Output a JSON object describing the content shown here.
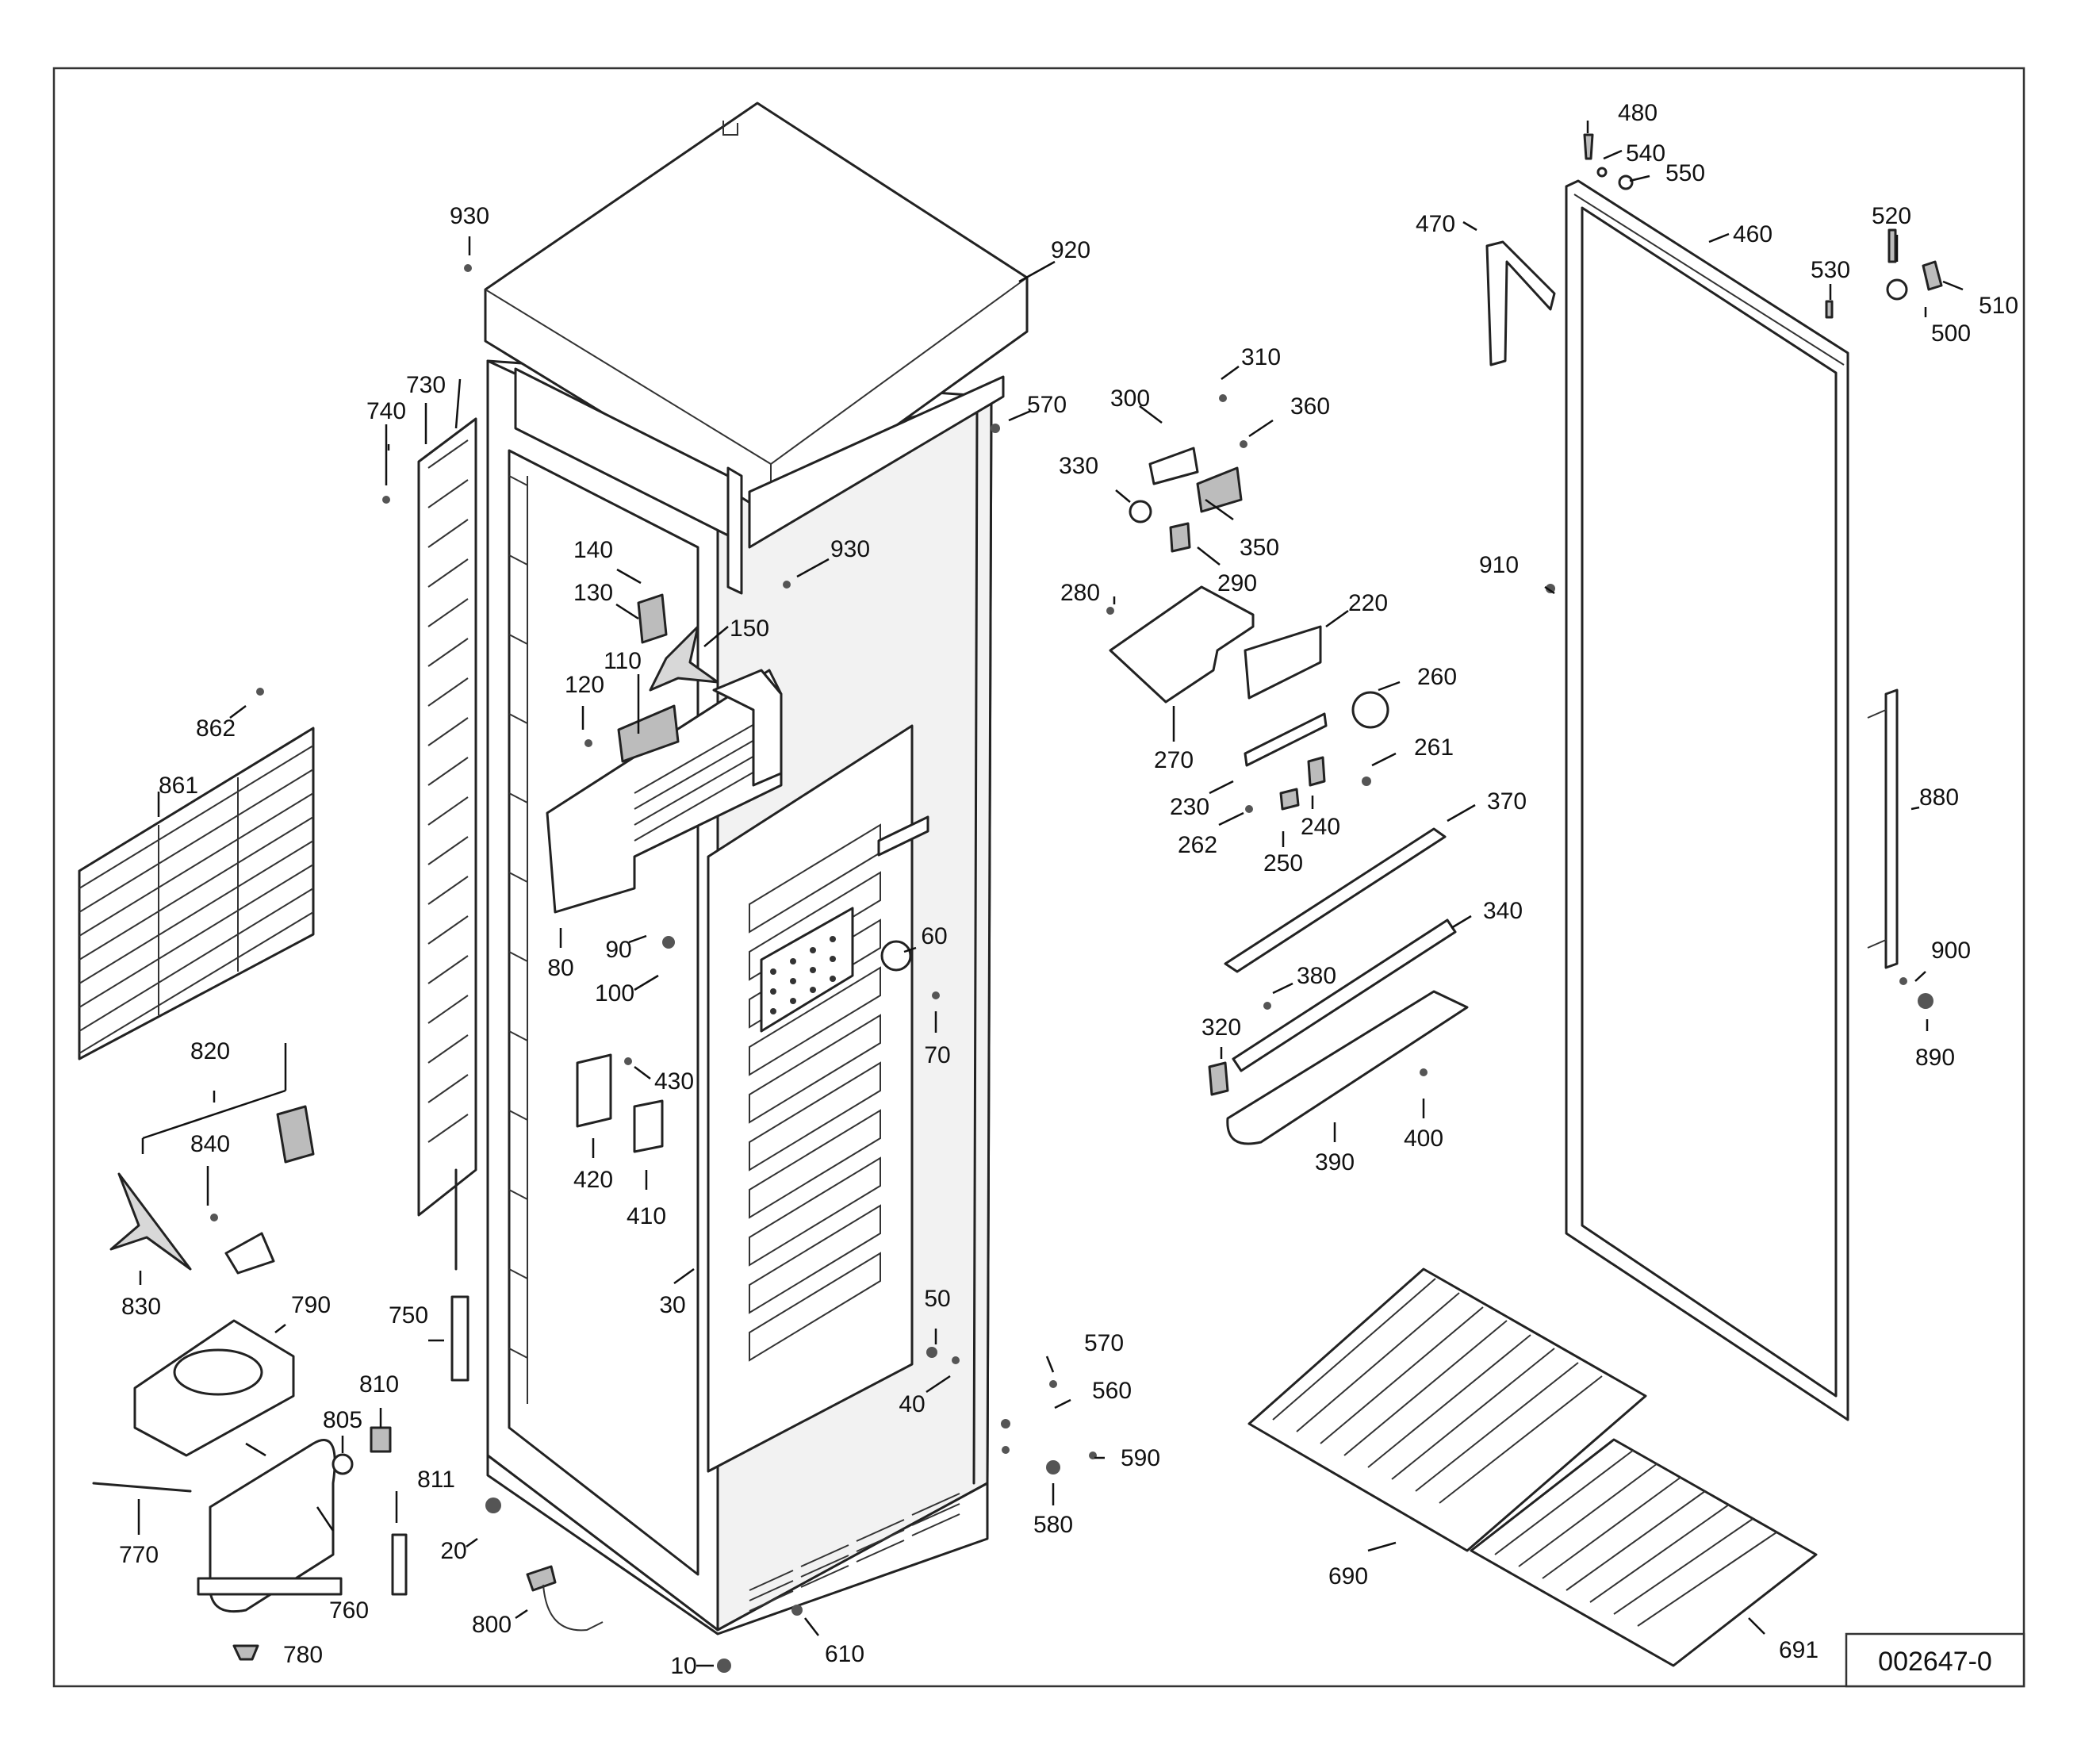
{
  "diagram": {
    "drawing_code": "002647-0",
    "labels": {
      "l10": "10",
      "l20": "20",
      "l30": "30",
      "l40": "40",
      "l50": "50",
      "l60": "60",
      "l70": "70",
      "l80": "80",
      "l90": "90",
      "l100": "100",
      "l110": "110",
      "l120": "120",
      "l130": "130",
      "l140": "140",
      "l150": "150",
      "l220": "220",
      "l230": "230",
      "l240": "240",
      "l250": "250",
      "l260": "260",
      "l261": "261",
      "l262": "262",
      "l270": "270",
      "l280": "280",
      "l290": "290",
      "l300": "300",
      "l310": "310",
      "l320": "320",
      "l330": "330",
      "l340": "340",
      "l350": "350",
      "l360": "360",
      "l370": "370",
      "l380": "380",
      "l390": "390",
      "l400": "400",
      "l410": "410",
      "l420": "420",
      "l430": "430",
      "l460": "460",
      "l470": "470",
      "l480": "480",
      "l500": "500",
      "l510": "510",
      "l520": "520",
      "l530": "530",
      "l540": "540",
      "l550": "550",
      "l560": "560",
      "l570a": "570",
      "l570b": "570",
      "l580": "580",
      "l590": "590",
      "l610": "610",
      "l690": "690",
      "l691": "691",
      "l730": "730",
      "l740": "740",
      "l750": "750",
      "l760": "760",
      "l770": "770",
      "l780": "780",
      "l790": "790",
      "l800": "800",
      "l805": "805",
      "l810": "810",
      "l811": "811",
      "l820": "820",
      "l830": "830",
      "l840": "840",
      "l861": "861",
      "l862": "862",
      "l880": "880",
      "l890": "890",
      "l900": "900",
      "l910": "910",
      "l920": "920",
      "l930a": "930",
      "l930b": "930"
    }
  }
}
